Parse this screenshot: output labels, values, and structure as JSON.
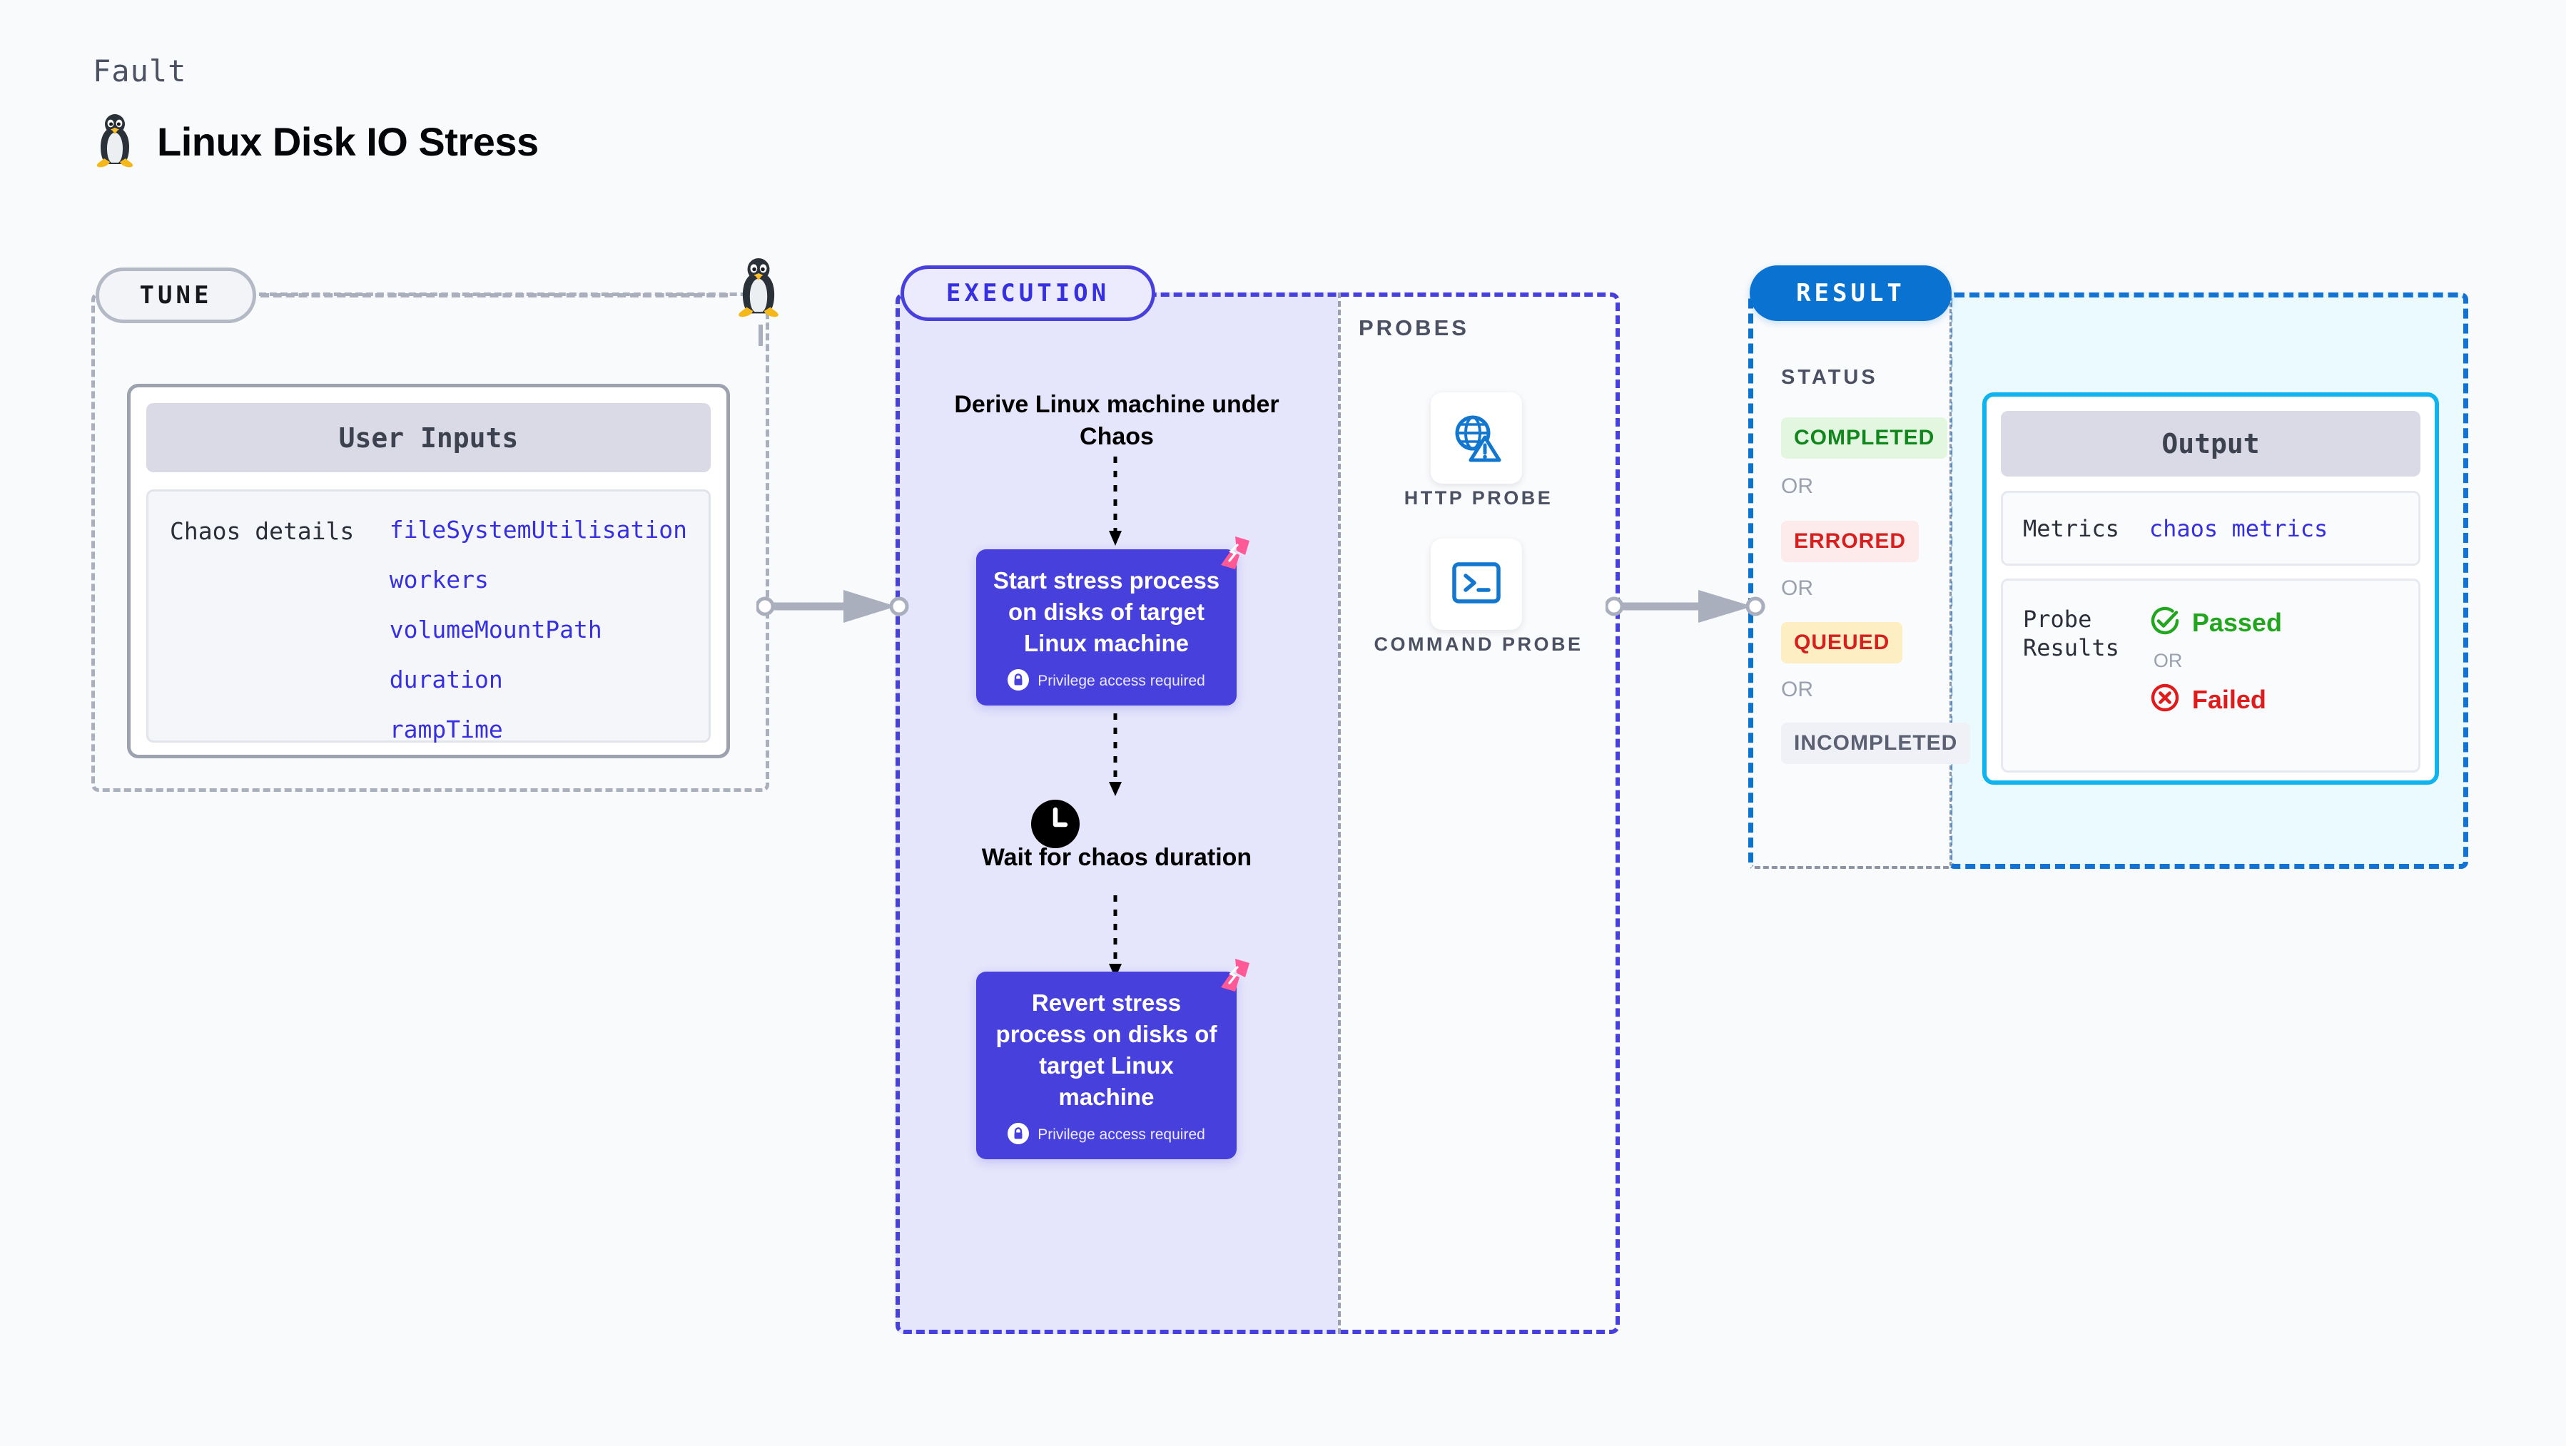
{
  "header": {
    "eyebrow": "Fault",
    "title": "Linux Disk IO Stress",
    "icon": "linux-penguin-icon"
  },
  "tune": {
    "pill_label": "TUNE",
    "card": {
      "header": "User Inputs",
      "row_label": "Chaos details",
      "params": [
        "fileSystemUtilisation",
        "workers",
        "volumeMountPath",
        "duration",
        "rampTime"
      ]
    }
  },
  "execution": {
    "pill_label": "EXECUTION",
    "derive_step": "Derive Linux machine under Chaos",
    "start_step": {
      "title": "Start stress process on disks of target Linux machine",
      "privilege_note": "Privilege access required"
    },
    "wait_step": "Wait for chaos duration",
    "revert_step": {
      "title": "Revert stress process on disks of target Linux machine",
      "privilege_note": "Privilege access required"
    }
  },
  "probes": {
    "section_label": "PROBES",
    "items": [
      {
        "label": "HTTP PROBE",
        "icon": "globe-warning-icon"
      },
      {
        "label": "COMMAND PROBE",
        "icon": "terminal-prompt-icon"
      }
    ]
  },
  "result": {
    "pill_label": "RESULT",
    "status_label": "STATUS",
    "or_label": "OR",
    "statuses": [
      {
        "label": "COMPLETED",
        "bg": "#e3f7e0",
        "fg": "#11861d"
      },
      {
        "label": "ERRORED",
        "bg": "#fdeaea",
        "fg": "#d62020"
      },
      {
        "label": "QUEUED",
        "bg": "#fdeec3",
        "fg": "#d62020"
      },
      {
        "label": "INCOMPLETED",
        "bg": "#f0f1f6",
        "fg": "#5b6172"
      }
    ],
    "output": {
      "header": "Output",
      "metrics_label": "Metrics",
      "metrics_value": "chaos metrics",
      "probe_results_label": "Probe\nResults",
      "passed_label": "Passed",
      "failed_label": "Failed",
      "or_label": "OR",
      "passed_color": "#22a61f",
      "failed_color": "#e01b1b"
    }
  },
  "colors": {
    "accent_indigo": "#4840dd",
    "accent_blue": "#0a72d1",
    "accent_cyan": "#10b3ee",
    "harness_pink": "#ff5996",
    "panel_gray": "#a9afbd",
    "canvas": "#f9fafb"
  }
}
